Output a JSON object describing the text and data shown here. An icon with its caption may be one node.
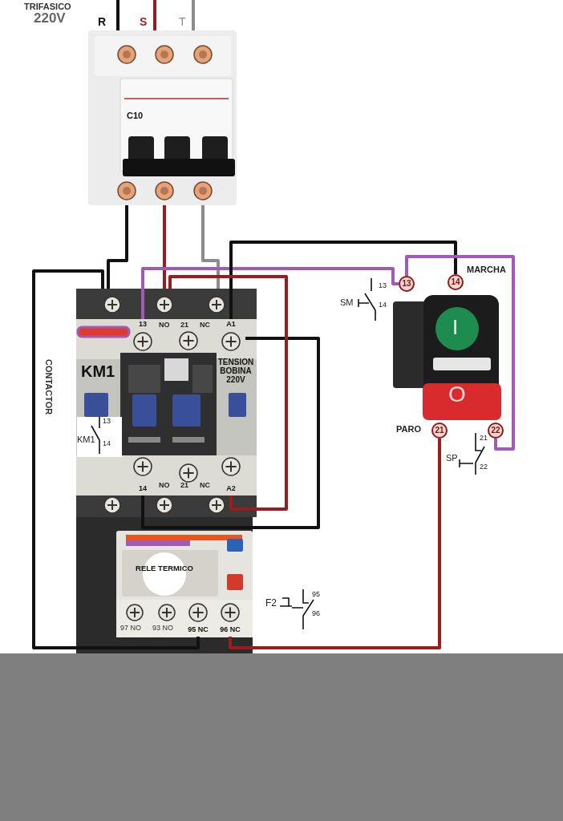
{
  "diagram": {
    "nodes": [
      {
        "text": [
          "C10"
        ]
      },
      {
        "text": [
          "KM1",
          "TENSION BOBINA 220V"
        ],
        "beside": [
          "CONTACTOR"
        ]
      },
      {
        "text": [
          "13"
        ],
        "in": 1
      },
      {
        "text": [
          "A1"
        ],
        "in": 1
      },
      {
        "text": [
          "14"
        ],
        "in": 1
      },
      {
        "text": [
          "A2"
        ],
        "in": 1
      },
      {
        "text": [
          "RELE TERMICO"
        ]
      },
      {
        "text": [
          "95 NC"
        ],
        "in": 6
      },
      {
        "text": [
          "96 NC"
        ],
        "in": 6
      },
      {
        "text": [
          "13"
        ]
      },
      {
        "text": [
          "14"
        ]
      },
      {
        "text": [],
        "shape": "picture"
      },
      {
        "text": [
          "22"
        ]
      },
      {
        "text": [
          "21"
        ]
      }
    ],
    "edges": [
      {
        "from": null,
        "to": 0,
        "arrow": "none"
      },
      {
        "from": null,
        "to": 0,
        "arrow": "none",
        "color": "#9b1b1f"
      },
      {
        "from": null,
        "to": 0,
        "arrow": "none",
        "color": "#8c8c8c"
      },
      {
        "from": 0,
        "to": 1,
        "arrow": "none"
      },
      {
        "from": 0,
        "to": 1,
        "arrow": "none",
        "color": "#9b1b1f"
      },
      {
        "from": 0,
        "to": 1,
        "arrow": "none",
        "color": "#8c8c8c"
      },
      {
        "from": 1,
        "to": 7,
        "arrow": "none"
      },
      {
        "from": 9,
        "to": 2,
        "arrow": "none",
        "color": "#a25bb5"
      },
      {
        "from": 10,
        "to": 3,
        "arrow": "none"
      },
      {
        "from": 4,
        "to": 3,
        "arrow": "none"
      },
      {
        "from": 5,
        "to": 1,
        "arrow": "none",
        "color": "#9b1b1f"
      },
      {
        "from": 12,
        "to": 9,
        "arrow": "none",
        "color": "#a25bb5"
      },
      {
        "from": 8,
        "to": 13,
        "arrow": "none",
        "color": "#9b1b1f"
      }
    ],
    "labels": [
      "TRIFASICO",
      "220V",
      "R",
      "S",
      "T",
      "MARCHA",
      "SM",
      "13",
      "14",
      "NO",
      "21",
      "NC",
      "KM1",
      "13",
      "14",
      "PARO",
      "SP",
      "21",
      "22",
      "NO",
      "21",
      "NC",
      "97 NO",
      "93 NO",
      "F2",
      "95",
      "96",
      "I",
      "O"
    ]
  }
}
